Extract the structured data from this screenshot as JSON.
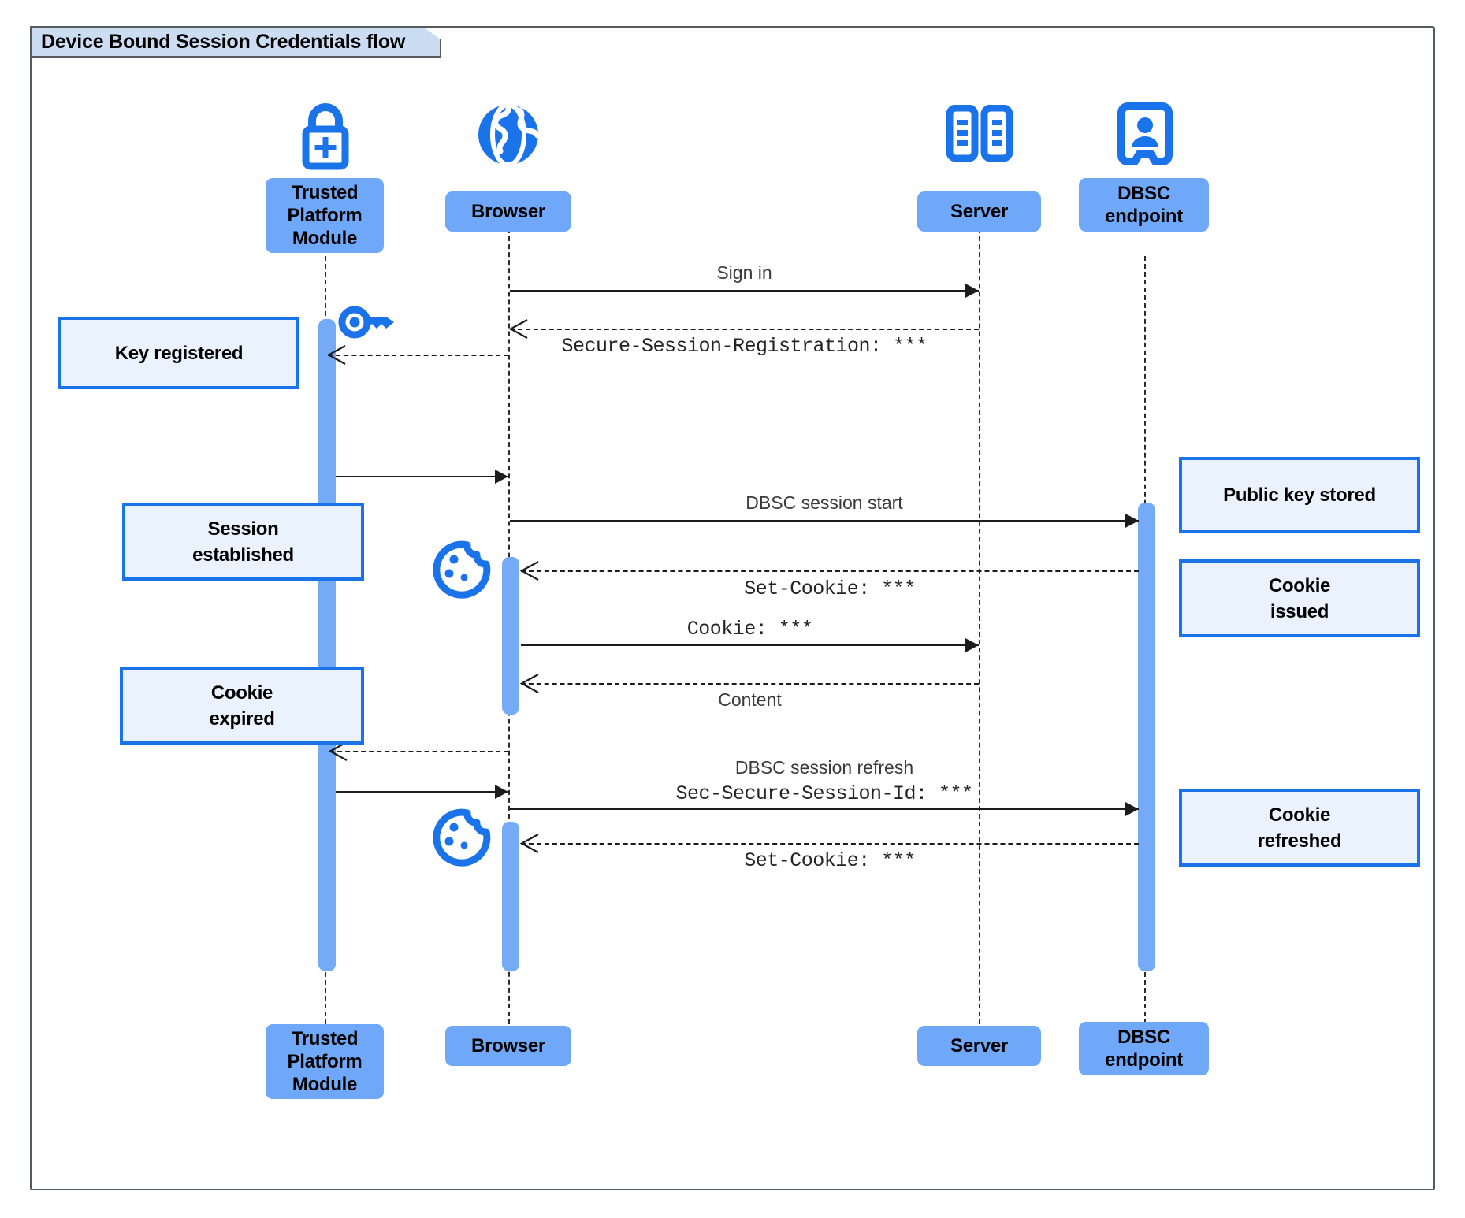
{
  "diagram": {
    "type": "uml-sequence-diagram",
    "title": "Device Bound Session Credentials flow",
    "colors": {
      "frame_border": "#555a5e",
      "title_fill": "#ccdcf2",
      "participant_fill": "#6fa8f8",
      "activation_fill": "#75aaf7",
      "note_fill": "#eaf2fd",
      "note_border": "#1a73e8",
      "icon_blue": "#1a73e8",
      "line": "#1c1c1c"
    }
  },
  "participants": [
    {
      "id": "tpm",
      "label": "Trusted\nPlatform\nModule",
      "icon": "lock-plus-icon"
    },
    {
      "id": "browser",
      "label": "Browser",
      "icon": "globe-icon"
    },
    {
      "id": "server",
      "label": "Server",
      "icon": "server-rack-icon"
    },
    {
      "id": "dbsc",
      "label": "DBSC\nendpoint",
      "icon": "id-badge-icon"
    }
  ],
  "participants_bottom": [
    {
      "id": "tpm",
      "label": "Trusted\nPlatform\nModule"
    },
    {
      "id": "browser",
      "label": "Browser"
    },
    {
      "id": "server",
      "label": "Server"
    },
    {
      "id": "dbsc",
      "label": "DBSC\nendpoint"
    }
  ],
  "messages": [
    {
      "id": "m1",
      "from": "browser",
      "to": "server",
      "label": "Sign in",
      "style": "solid",
      "font": "sans"
    },
    {
      "id": "m2",
      "from": "server",
      "to": "browser",
      "label": "Secure-Session-Registration: ***",
      "style": "dashed",
      "font": "mono"
    },
    {
      "id": "m3",
      "from": "browser",
      "to": "tpm",
      "label": "",
      "style": "dashed",
      "font": "sans"
    },
    {
      "id": "m4",
      "from": "tpm",
      "to": "browser",
      "label": "",
      "style": "solid",
      "font": "sans"
    },
    {
      "id": "m5",
      "from": "browser",
      "to": "dbsc",
      "label": "DBSC session start",
      "style": "solid",
      "font": "sans"
    },
    {
      "id": "m6",
      "from": "dbsc",
      "to": "browser",
      "label": "Set-Cookie: ***",
      "style": "dashed",
      "font": "mono"
    },
    {
      "id": "m7",
      "from": "browser",
      "to": "server",
      "label": "Cookie: ***",
      "style": "solid",
      "font": "mono"
    },
    {
      "id": "m8",
      "from": "server",
      "to": "browser",
      "label": "Content",
      "style": "dashed",
      "font": "sans"
    },
    {
      "id": "m9",
      "from": "browser",
      "to": "tpm",
      "label": "",
      "style": "dashed",
      "font": "sans"
    },
    {
      "id": "m10",
      "from": "tpm",
      "to": "browser",
      "label": "",
      "style": "solid",
      "font": "sans"
    },
    {
      "id": "m11",
      "from": "browser",
      "to": "dbsc",
      "label": "DBSC session refresh",
      "label2": "Sec-Secure-Session-Id: ***",
      "style": "solid",
      "font": "sans"
    },
    {
      "id": "m12",
      "from": "dbsc",
      "to": "browser",
      "label": "Set-Cookie: ***",
      "style": "dashed",
      "font": "mono"
    }
  ],
  "notes": [
    {
      "id": "n1",
      "text": "Key registered",
      "side": "left",
      "near": "tpm"
    },
    {
      "id": "n2",
      "text": "Session\nestablished",
      "side": "left",
      "near": "tpm"
    },
    {
      "id": "n3",
      "text": "Cookie\nexpired",
      "side": "left",
      "near": "tpm"
    },
    {
      "id": "n4",
      "text": "Public key stored",
      "side": "right",
      "near": "dbsc"
    },
    {
      "id": "n5",
      "text": "Cookie\nissued",
      "side": "right",
      "near": "dbsc"
    },
    {
      "id": "n6",
      "text": "Cookie\nrefreshed",
      "side": "right",
      "near": "dbsc"
    }
  ],
  "inline_icons": [
    {
      "id": "i1",
      "name": "key-icon",
      "near": "tpm"
    },
    {
      "id": "i2",
      "name": "cookie-icon",
      "near": "browser"
    },
    {
      "id": "i3",
      "name": "cookie-icon",
      "near": "browser"
    }
  ]
}
